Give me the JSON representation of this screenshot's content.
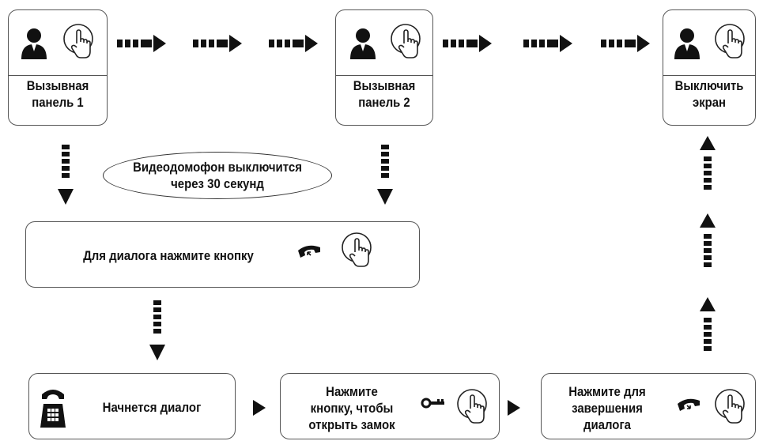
{
  "panels": [
    {
      "label": "Вызывная\nпанель 1"
    },
    {
      "label": "Вызывная\nпанель 2"
    },
    {
      "label": "Выключить\nэкран"
    }
  ],
  "note": "Видеодомофон выключится\nчерез 30 секунд",
  "dialog_prompt": "Для диалога нажмите кнопку",
  "steps": [
    {
      "text": "Начнется диалог"
    },
    {
      "text": "Нажмите\nкнопку, чтобы\nоткрыть замок"
    },
    {
      "text": "Нажмите для\nзавершения\nдиалога"
    }
  ],
  "icons": {
    "person": "person-icon",
    "touch": "touch-button-icon",
    "handset": "handset-icon",
    "key": "key-icon",
    "desk_phone": "desk-phone-icon"
  }
}
